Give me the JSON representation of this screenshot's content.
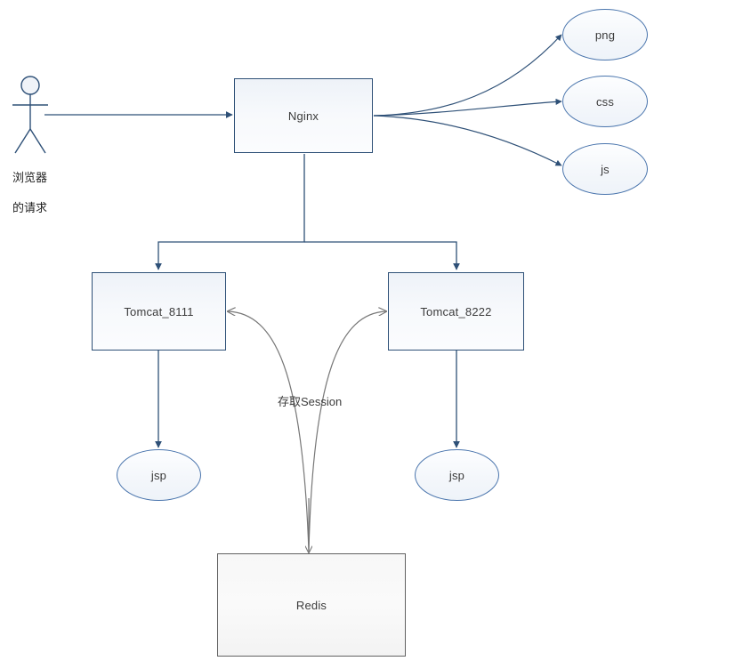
{
  "diagram": {
    "title": "Nginx load balancing with Tomcat and Redis session sharing",
    "colors": {
      "blue_border": "#2e5077",
      "ellipse_border": "#4a75ad",
      "gray_border": "#616161",
      "edge_blue": "#2e5077",
      "edge_gray": "#777777",
      "text": "#3b3b3b",
      "background": "#ffffff"
    }
  },
  "actor": {
    "name": "browser-actor",
    "label_line1": "浏览器",
    "label_line2": "的请求"
  },
  "nodes": {
    "nginx": {
      "label": "Nginx",
      "shape": "rectangle",
      "style": "blue"
    },
    "png": {
      "label": "png",
      "shape": "ellipse",
      "style": "blue"
    },
    "css": {
      "label": "css",
      "shape": "ellipse",
      "style": "blue"
    },
    "js": {
      "label": "js",
      "shape": "ellipse",
      "style": "blue"
    },
    "tomcat_left": {
      "label": "Tomcat_8111",
      "shape": "rectangle",
      "style": "blue"
    },
    "tomcat_right": {
      "label": "Tomcat_8222",
      "shape": "rectangle",
      "style": "blue"
    },
    "jsp_left": {
      "label": "jsp",
      "shape": "ellipse",
      "style": "blue"
    },
    "jsp_right": {
      "label": "jsp",
      "shape": "ellipse",
      "style": "blue"
    },
    "redis": {
      "label": "Redis",
      "shape": "rectangle",
      "style": "gray"
    }
  },
  "edges": {
    "session_label": "存取Session",
    "list": [
      {
        "from": "browser-actor",
        "to": "nginx",
        "style": "straight-blue"
      },
      {
        "from": "nginx",
        "to": "png",
        "style": "curved-blue"
      },
      {
        "from": "nginx",
        "to": "css",
        "style": "curved-blue"
      },
      {
        "from": "nginx",
        "to": "js",
        "style": "curved-blue"
      },
      {
        "from": "nginx",
        "to": "tomcat_left",
        "style": "orthogonal-blue"
      },
      {
        "from": "nginx",
        "to": "tomcat_right",
        "style": "orthogonal-blue"
      },
      {
        "from": "tomcat_left",
        "to": "jsp_left",
        "style": "straight-blue"
      },
      {
        "from": "tomcat_right",
        "to": "jsp_right",
        "style": "straight-blue"
      },
      {
        "from": "redis",
        "to": "tomcat_left",
        "style": "curved-gray",
        "label": "存取Session"
      },
      {
        "from": "redis",
        "to": "tomcat_right",
        "style": "curved-gray",
        "label": "存取Session"
      },
      {
        "from": "tomcat_pair",
        "to": "redis",
        "style": "straight-gray"
      }
    ]
  }
}
